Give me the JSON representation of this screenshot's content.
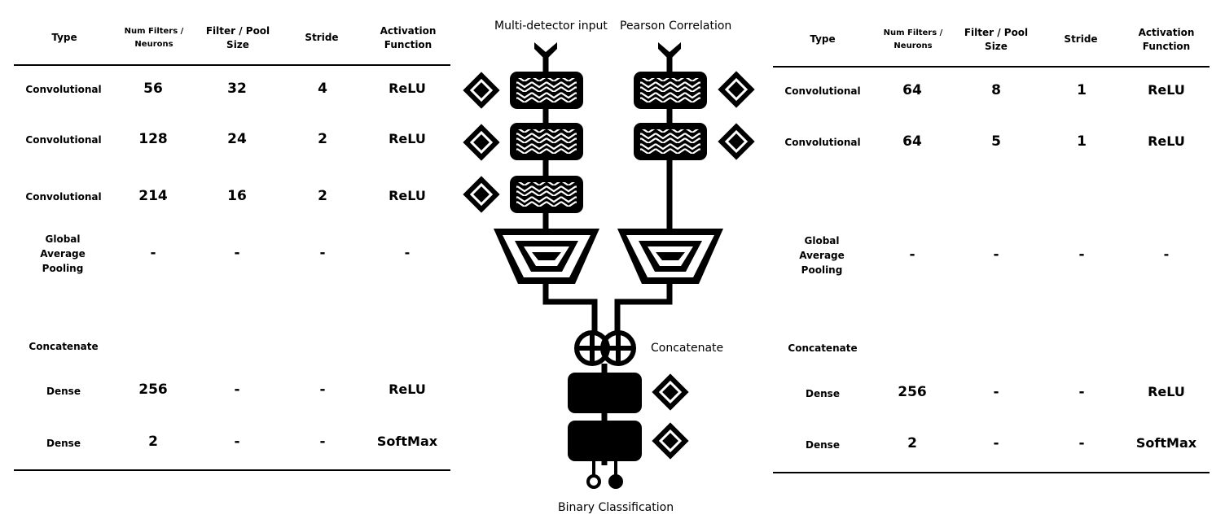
{
  "tables": {
    "left": {
      "headers": {
        "type": "Type",
        "num_filters": "Num Filters / Neurons",
        "filter_pool": "Filter / Pool Size",
        "stride": "Stride",
        "activation": "Activation Function"
      },
      "rows": [
        {
          "type": "Convolutional",
          "num": "56",
          "size": "32",
          "stride": "4",
          "act": "ReLU"
        },
        {
          "type": "Convolutional",
          "num": "128",
          "size": "24",
          "stride": "2",
          "act": "ReLU"
        },
        {
          "type": "Convolutional",
          "num": "214",
          "size": "16",
          "stride": "2",
          "act": "ReLU"
        },
        {
          "type": "Global Average Pooling",
          "num": "-",
          "size": "-",
          "stride": "-",
          "act": "-"
        },
        {
          "type": "Concatenate",
          "num": "",
          "size": "",
          "stride": "",
          "act": ""
        },
        {
          "type": "Dense",
          "num": "256",
          "size": "-",
          "stride": "-",
          "act": "ReLU"
        },
        {
          "type": "Dense",
          "num": "2",
          "size": "-",
          "stride": "-",
          "act": "SoftMax"
        }
      ]
    },
    "right": {
      "headers": {
        "type": "Type",
        "num_filters": "Num Filters / Neurons",
        "filter_pool": "Filter / Pool Size",
        "stride": "Stride",
        "activation": "Activation Function"
      },
      "rows": [
        {
          "type": "Convolutional",
          "num": "64",
          "size": "8",
          "stride": "1",
          "act": "ReLU"
        },
        {
          "type": "Convolutional",
          "num": "64",
          "size": "5",
          "stride": "1",
          "act": "ReLU"
        },
        {
          "type": "Global Average Pooling",
          "num": "-",
          "size": "-",
          "stride": "-",
          "act": "-"
        },
        {
          "type": "Concatenate",
          "num": "",
          "size": "",
          "stride": "",
          "act": ""
        },
        {
          "type": "Dense",
          "num": "256",
          "size": "-",
          "stride": "-",
          "act": "ReLU"
        },
        {
          "type": "Dense",
          "num": "2",
          "size": "-",
          "stride": "-",
          "act": "SoftMax"
        }
      ]
    }
  },
  "diagram": {
    "input_left": "Multi-detector input",
    "input_right": "Pearson Correlation",
    "concatenate": "Concatenate",
    "output": "Binary Classification"
  }
}
